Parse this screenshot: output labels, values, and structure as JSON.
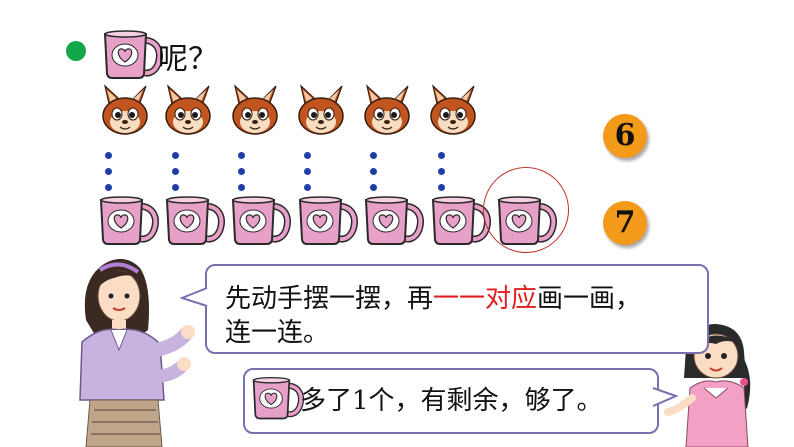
{
  "header": {
    "question": "呢？"
  },
  "counts": {
    "squirrels": "6",
    "mugs": "7"
  },
  "speech_teacher": {
    "line1_a": "先动手摆一摆，再",
    "line1_red": "一一对应",
    "line1_b": "画一画，",
    "line2": "连一连。"
  },
  "speech_girl": {
    "text": "多了1个，有剩余，够了。"
  },
  "colors": {
    "bullet": "#12a84a",
    "badge": "#f39a1b",
    "dots": "#1f3fa8",
    "emphasis": "#e02020",
    "mug": "#e7a0c8"
  }
}
